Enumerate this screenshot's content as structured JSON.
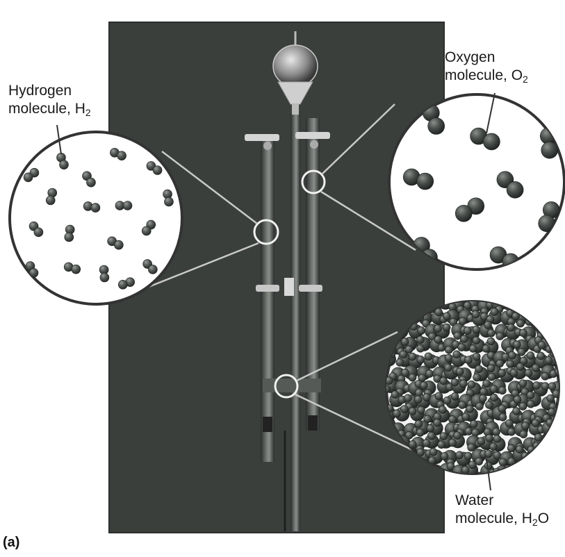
{
  "labels": {
    "hydrogen": {
      "line1": "Hydrogen",
      "line2": "molecule, H",
      "sub": "2"
    },
    "oxygen": {
      "line1": "Oxygen",
      "line2": "molecule, O",
      "sub": "2"
    },
    "water": {
      "line1": "Water",
      "line2_pre": "molecule, H",
      "sub": "2",
      "line2_post": "O"
    }
  },
  "panel_label": "(a)",
  "colors": {
    "background_board": "#3b3f3c",
    "molecule_hydrogen": "#4a4f4c",
    "molecule_oxygen": "#3e433f",
    "molecule_water": "#3a3f3c",
    "callout_line": "#c9c9c9"
  },
  "icons": [
    "hoffman-voltameter-apparatus",
    "hydrogen-zoom-circle",
    "oxygen-zoom-circle",
    "water-zoom-circle"
  ]
}
